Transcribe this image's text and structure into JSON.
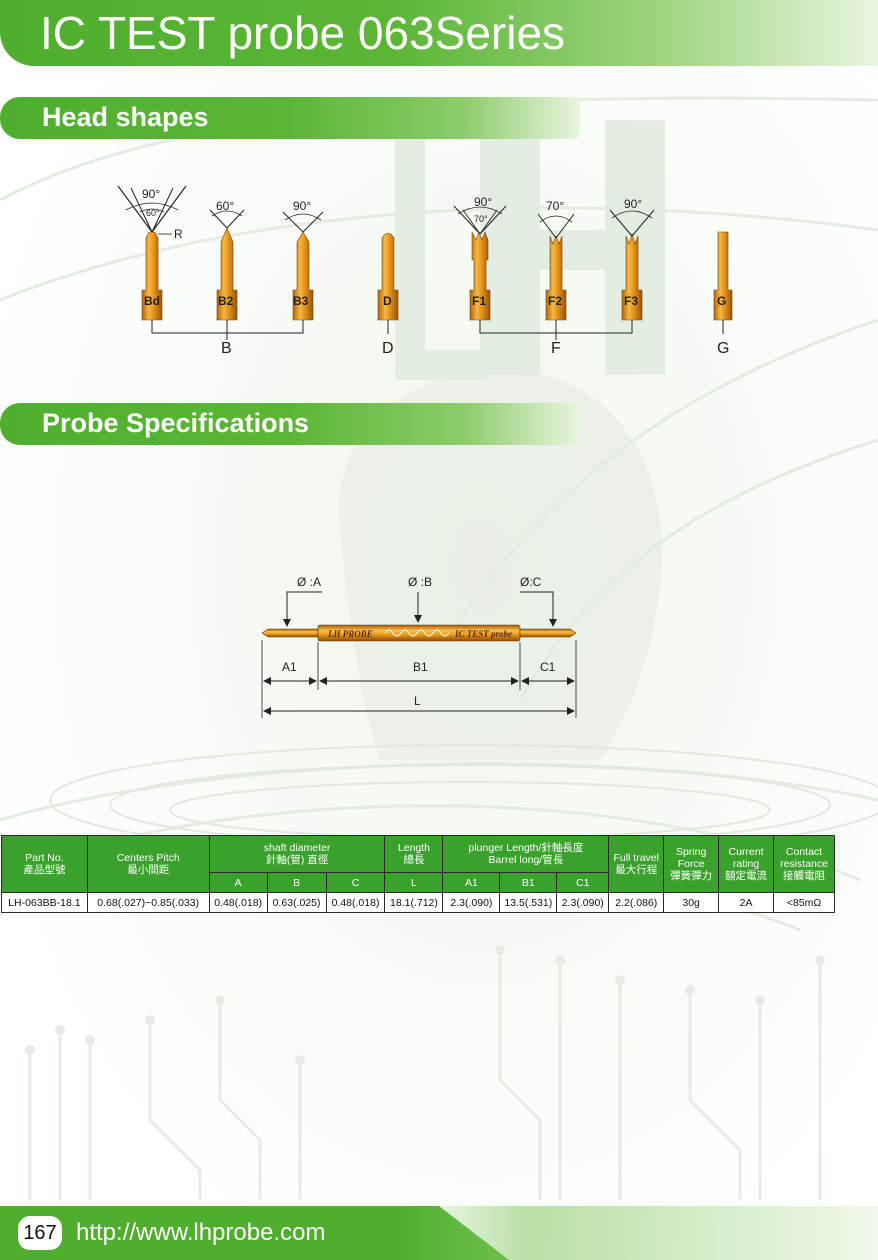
{
  "header": {
    "title": "IC TEST probe 063Series"
  },
  "sections": {
    "head_shapes": "Head shapes",
    "probe_specs": "Probe Specifications"
  },
  "head_shapes": {
    "probes": [
      "Bd",
      "B2",
      "B3",
      "D",
      "F1",
      "F2",
      "F3",
      "G"
    ],
    "groups": [
      "B",
      "D",
      "F",
      "G"
    ],
    "angles": {
      "bd_outer": "90°",
      "bd_inner": "60°",
      "bd_radius": "R",
      "b2": "60°",
      "b3": "90°",
      "f1_outer": "90°",
      "f1_inner": "70°",
      "f2": "70°",
      "f3": "90°"
    }
  },
  "diagram": {
    "dia_a": "Ø :A",
    "dia_b": "Ø :B",
    "dia_c": "Ø:C",
    "a1": "A1",
    "b1": "B1",
    "c1": "C1",
    "l": "L",
    "barrel_text_left": "LH PROBE",
    "barrel_text_right": "IC TEST probe"
  },
  "table": {
    "headers": {
      "part_no": "Part No.",
      "part_no_cn": "產品型號",
      "centers_pitch": "Centers Pitch",
      "centers_pitch_cn": "最小間距",
      "shaft_diameter": "shaft diameter",
      "shaft_diameter_cn": "針軸(管) 直徑",
      "length": "Length",
      "length_cn": "總長",
      "plunger_length": "plunger Length/針軸長度",
      "barrel_long": "Barrel long/管長",
      "full_travel": "Full travel",
      "full_travel_cn": "最大行程",
      "spring_force": "Spring Force",
      "spring_force_cn": "彈簧彈力",
      "current_rating": "Current rating",
      "current_rating_cn": "額定電流",
      "contact_resistance": "Contact resistance",
      "contact_resistance_cn": "接觸電阻"
    },
    "sub_headers": {
      "a": "A",
      "b": "B",
      "c": "C",
      "l": "L",
      "a1": "A1",
      "b1": "B1",
      "c1": "C1"
    },
    "row": {
      "part_no": "LH-063BB-18.1",
      "centers_pitch": "0.68(.027)~0.85(.033)",
      "a": "0.48(.018)",
      "b": "0.63(.025)",
      "c": "0.48(.018)",
      "l": "18.1(.712)",
      "a1": "2.3(.090)",
      "b1": "13.5(.531)",
      "c1": "2.3(.090)",
      "full_travel": "2.2(.086)",
      "spring_force": "30g",
      "current_rating": "2A",
      "contact_resistance": "<85mΩ"
    }
  },
  "footer": {
    "page_number": "167",
    "url": "http://www.lhprobe.com"
  }
}
